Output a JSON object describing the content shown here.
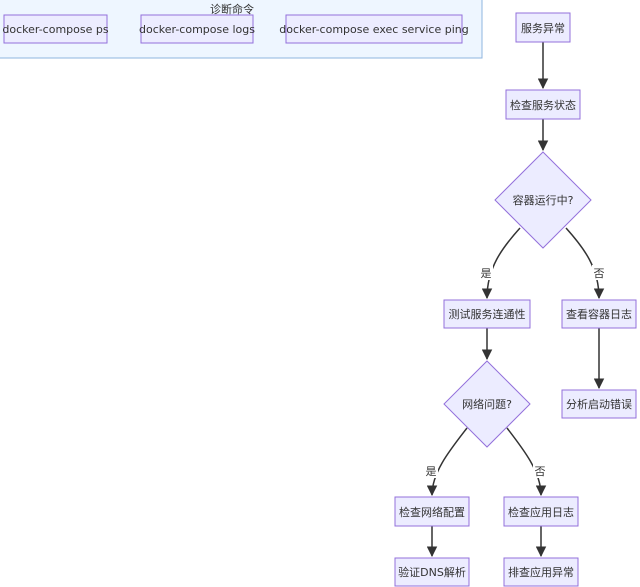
{
  "cluster": {
    "title": "诊断命令",
    "commands": [
      "docker-compose ps",
      "docker-compose logs",
      "docker-compose exec service ping"
    ]
  },
  "nodes": {
    "service_abnormal": "服务异常",
    "check_status": "检查服务状态",
    "container_running": "容器运行中?",
    "test_connectivity": "测试服务连通性",
    "view_container_logs": "查看容器日志",
    "network_issue": "网络问题?",
    "analyze_startup_errors": "分析启动错误",
    "check_network_config": "检查网络配置",
    "check_app_logs": "检查应用日志",
    "verify_dns": "验证DNS解析",
    "troubleshoot_app": "排查应用异常"
  },
  "edge_labels": {
    "running_yes": "是",
    "running_no": "否",
    "network_yes": "是",
    "network_no": "否"
  },
  "colors": {
    "node_fill": "#ececff",
    "node_stroke": "#9370db",
    "cluster_fill": "#eef6ff",
    "cluster_stroke": "#8fb5df",
    "edge": "#333333"
  }
}
